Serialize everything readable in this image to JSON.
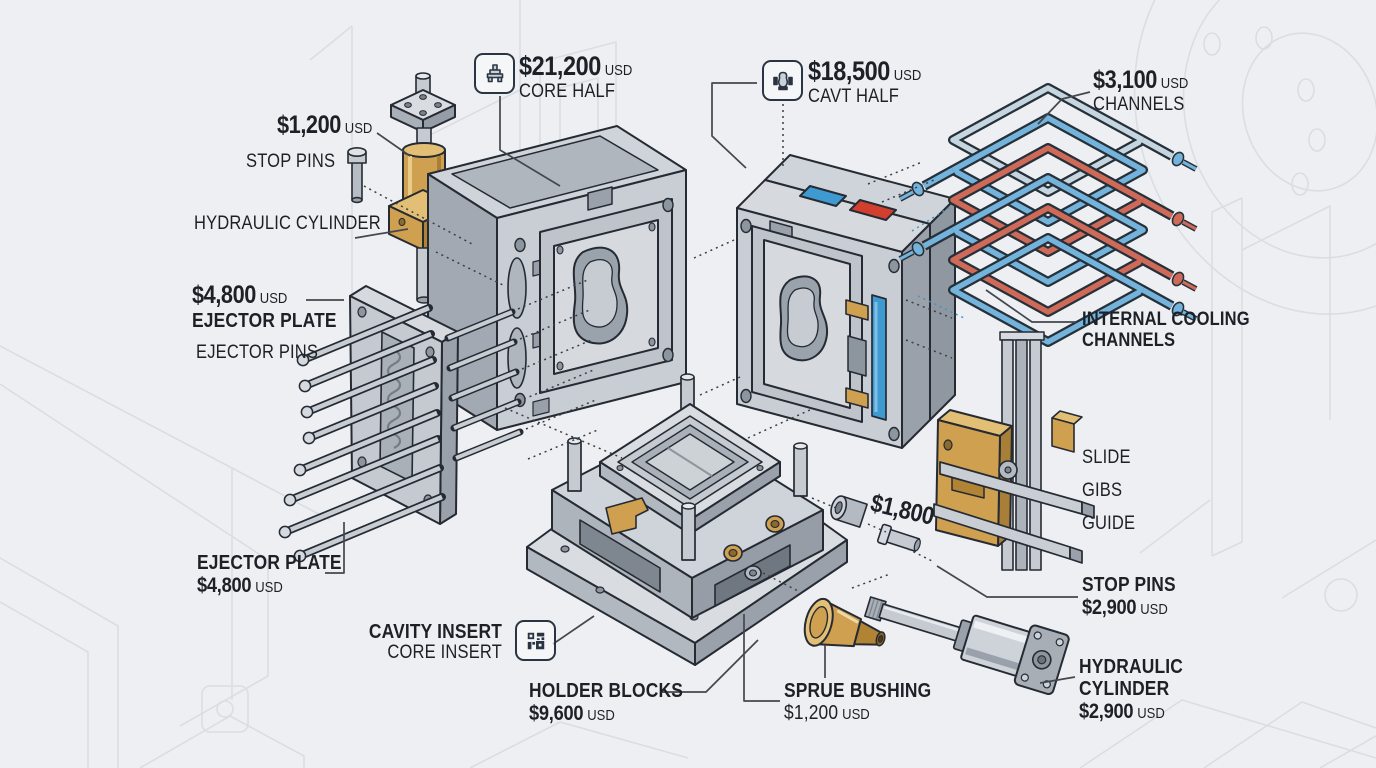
{
  "page": {
    "background": "#edeff2"
  },
  "palette": {
    "outline": "#262b33",
    "text": "#1d2127",
    "leader": "#43474e",
    "steel": "#c7ccd3",
    "steel_light": "#e7eaee",
    "steel_dark": "#9aa1aa",
    "brass": "#cfa050",
    "brass_light": "#e2bf75",
    "brass_dark": "#a87f36",
    "accent_blue": "#3f9ad2",
    "accent_red": "#d23f2f",
    "tube_blue": "#74b4dc",
    "tube_red": "#cf6a59",
    "tube_pale": "#c5d6e0",
    "background_line": "#dadee4"
  },
  "labels": {
    "top_left": {
      "price": "$1,200",
      "currency": "USD",
      "stop_pins": "STOP PINS",
      "hydraulic_cylinder": "HYDRAULIC CYLINDER"
    },
    "core_half": {
      "price": "$21,200",
      "currency": "USD",
      "name": "CORE HALF",
      "icon": "mold-press-icon"
    },
    "cavity_half": {
      "price": "$18,500",
      "currency": "USD",
      "name": "CAVT HALF",
      "icon": "mold-cavity-icon"
    },
    "channels_top": {
      "price": "$3,100",
      "currency": "USD",
      "name": "CHANNELS"
    },
    "ejector_plate_upper": {
      "price": "$4,800",
      "currency": "USD",
      "name": "EJECTOR PLATE"
    },
    "ejector_pins": {
      "name": "EJECTOR PINS"
    },
    "internal_cooling": {
      "line1": "INTERNAL COOLING",
      "line2": "CHANNELS"
    },
    "slide": {
      "name": "SLIDE"
    },
    "gibs": {
      "name": "GIBS"
    },
    "guide": {
      "name": "GUIDE"
    },
    "pin_price": {
      "price": "$1,800"
    },
    "stop_pins_right": {
      "name": "STOP PINS",
      "price": "$2,900",
      "currency": "USD"
    },
    "ejector_plate_lower": {
      "name": "EJECTOR PLATE",
      "price": "$4,800",
      "currency": "USD"
    },
    "inserts": {
      "line1": "CAVITY INSERT",
      "line2": "CORE INSERT",
      "icon": "insert-grid-icon"
    },
    "holder_blocks": {
      "name": "HOLDER BLOCKS",
      "price": "$9,600",
      "currency": "USD"
    },
    "sprue_bushing": {
      "name": "SPRUE BUSHING",
      "price": "$1,200",
      "currency": "USD"
    },
    "hydraulic_cylinder_lower": {
      "line1": "HYDRAULIC",
      "line2": "CYLINDER",
      "price": "$2,900",
      "currency": "USD"
    }
  }
}
